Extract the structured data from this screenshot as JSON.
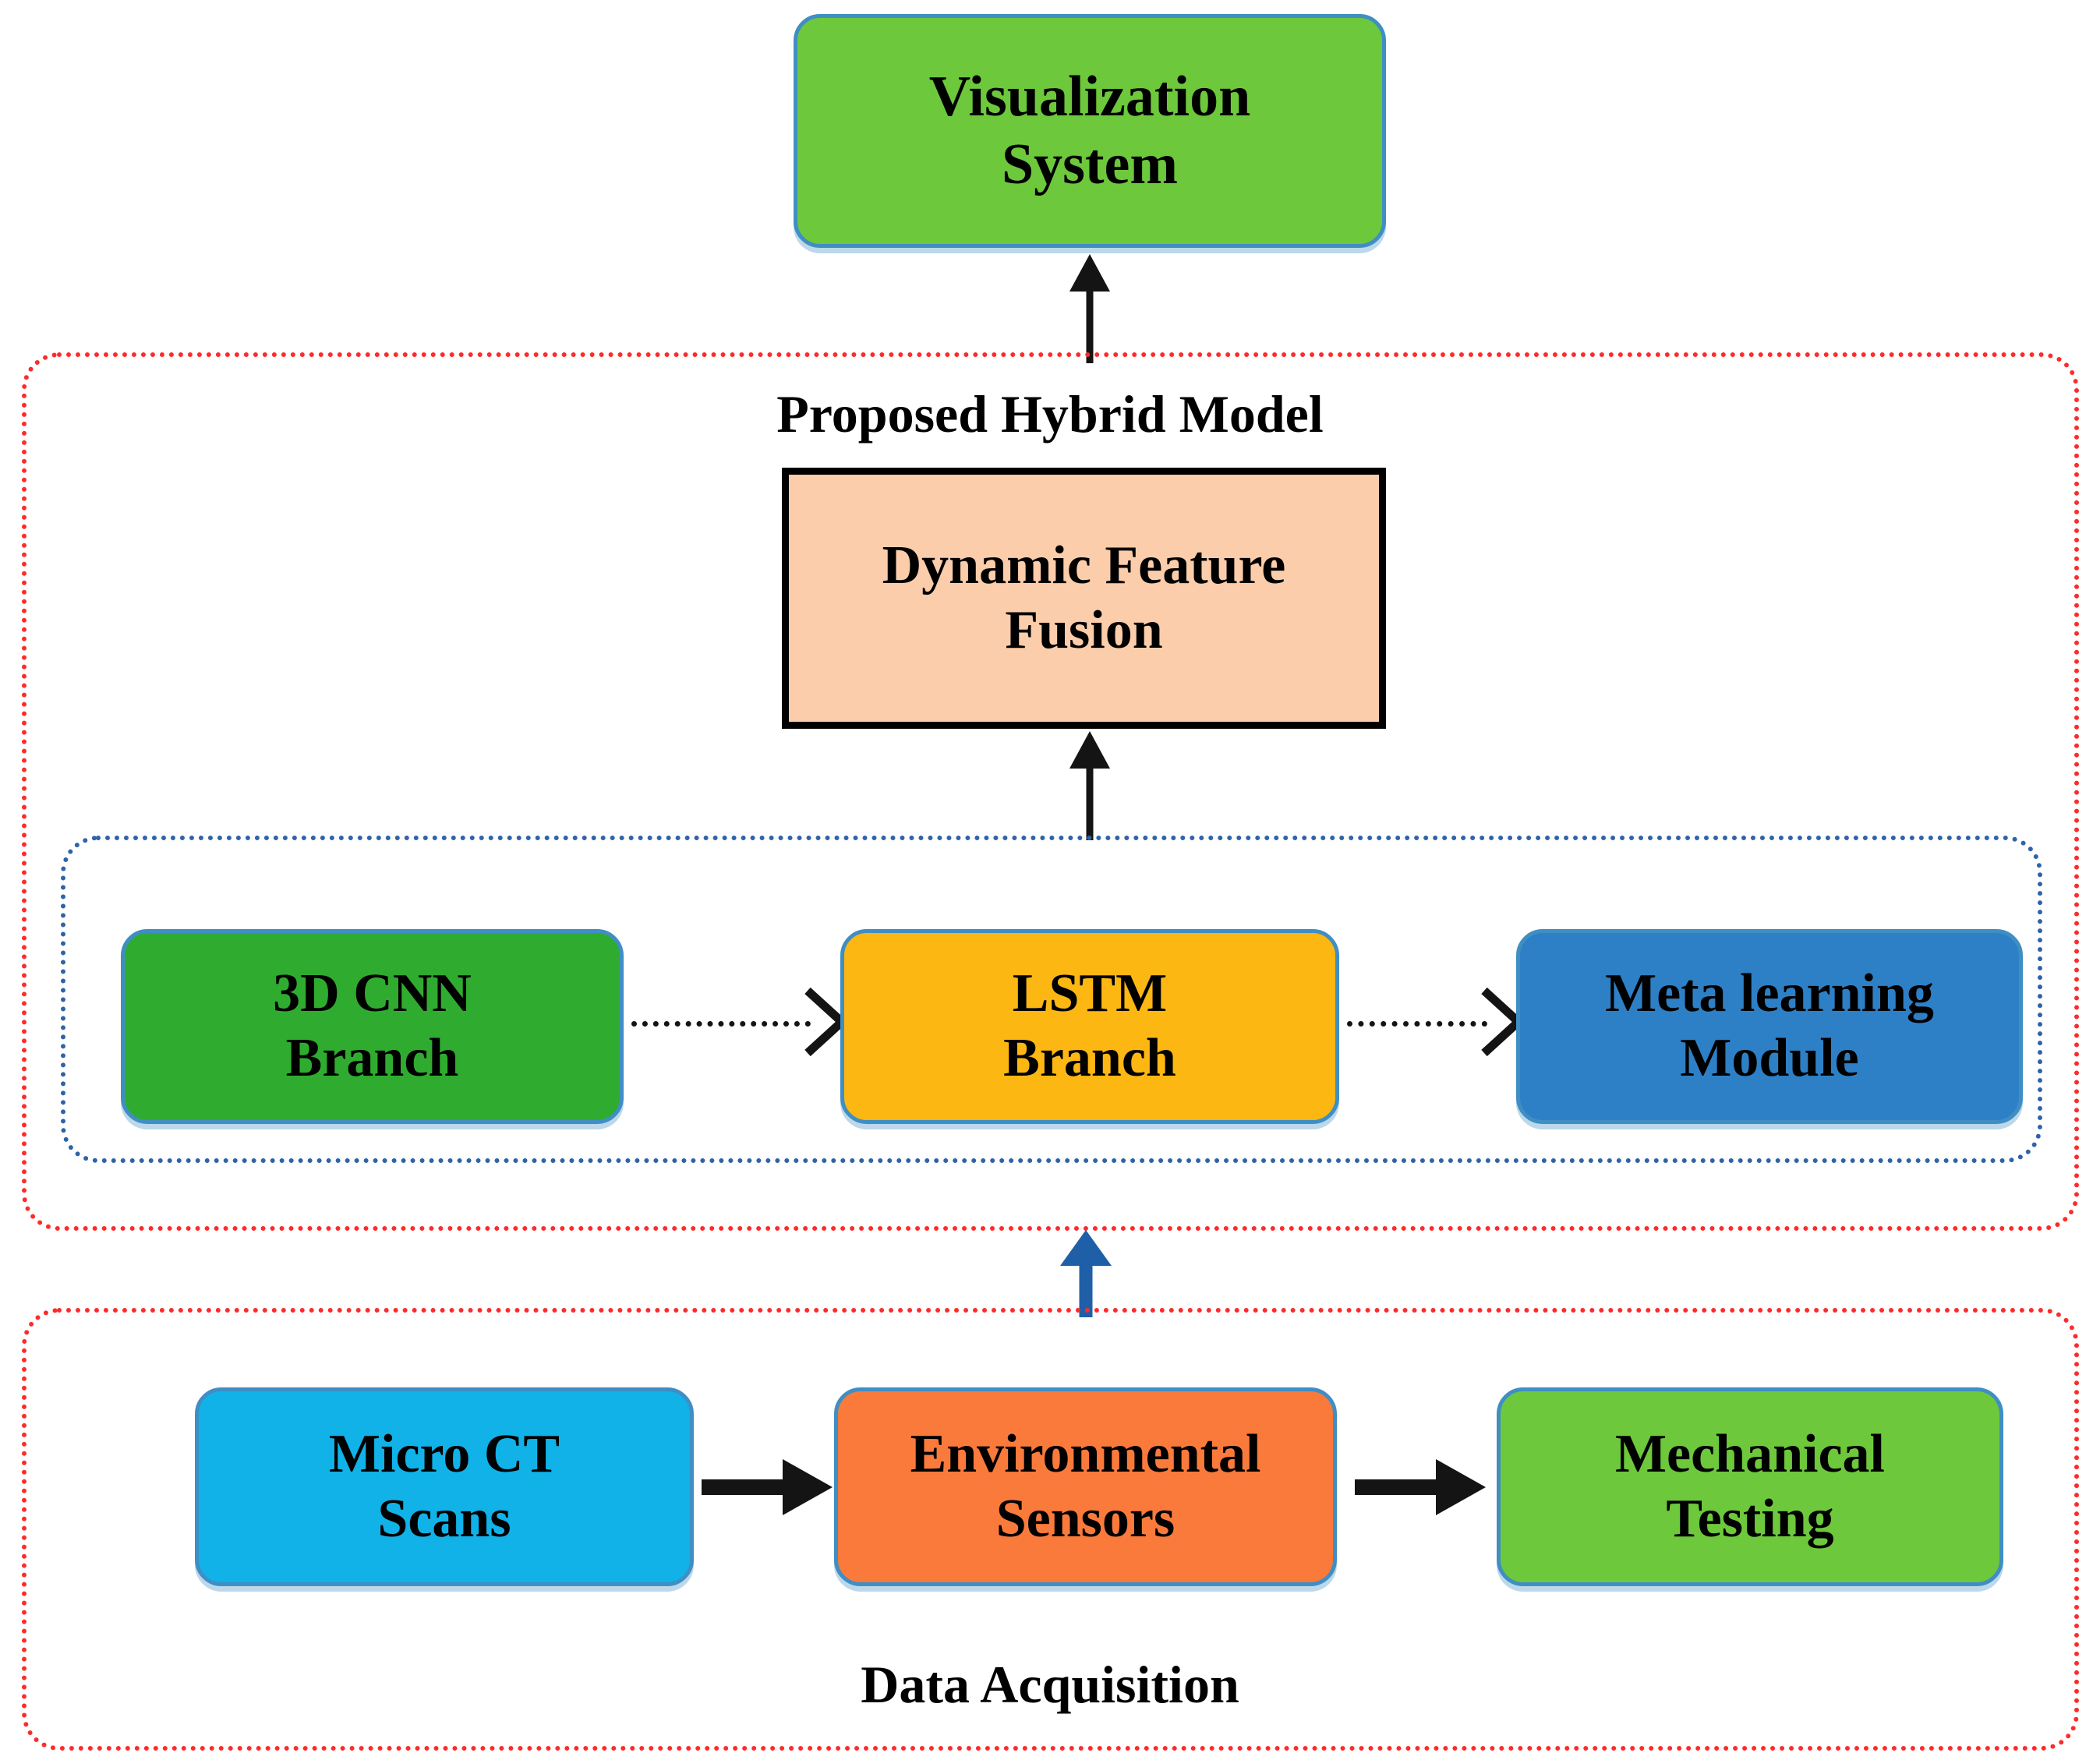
{
  "diagram": {
    "title_hidden": "Hybrid model architecture flow",
    "colors": {
      "light_green": "#6DC83C",
      "dark_green": "#2FAC2F",
      "amber": "#FDB713",
      "medium_blue": "#2E80C6",
      "cyan": "#10B2E8",
      "orange": "#FA7A3C",
      "peach": "#FBCDAB",
      "node_border_blue": "#3F8EC4",
      "group_red": "#FD2B2B",
      "group_blue": "#2F63A8",
      "arrow_black": "#141414",
      "arrow_blue": "#1F5FA8"
    },
    "nodes": {
      "visualization_system": {
        "line1": "Visualization",
        "line2": "System"
      },
      "dynamic_feature_fusion": {
        "line1": "Dynamic Feature",
        "line2": "Fusion"
      },
      "cnn_branch": {
        "line1": "3D CNN",
        "line2": "Branch"
      },
      "lstm_branch": {
        "line1": "LSTM",
        "line2": "Branch"
      },
      "meta_learning_module": {
        "line1": "Meta learning",
        "line2": "Module"
      },
      "micro_ct_scans": {
        "line1": "Micro CT",
        "line2": "Scans"
      },
      "environmental_sensors": {
        "line1": "Environmental",
        "line2": "Sensors"
      },
      "mechanical_testing": {
        "line1": "Mechanical",
        "line2": "Testing"
      }
    },
    "groups": {
      "proposed_hybrid_model": {
        "label": "Proposed Hybrid Model"
      },
      "data_acquisition": {
        "label": "Data Acquisition"
      },
      "branch_group": {
        "label": ""
      }
    },
    "arrows": {
      "fusion_to_visualization": "up-arrow-black",
      "branches_to_fusion": "up-arrow-black",
      "acquisition_to_model": "up-arrow-blue",
      "cnn_to_lstm": "dotted-right-arrow",
      "lstm_to_meta": "dotted-right-arrow",
      "ct_to_sensors": "solid-right-arrow",
      "sensors_to_testing": "solid-right-arrow"
    }
  }
}
